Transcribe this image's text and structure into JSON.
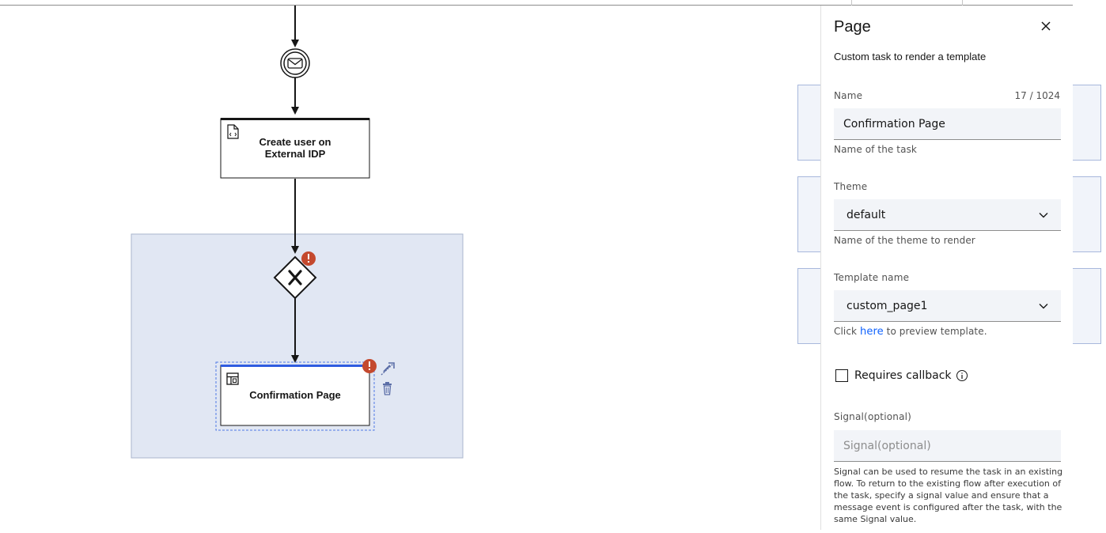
{
  "canvas": {
    "nodes": {
      "create_user": {
        "label_line1": "Create user on",
        "label_line2": "External IDP"
      },
      "confirmation": {
        "label": "Confirmation Page"
      }
    },
    "icons": {
      "message_event": "envelope-icon",
      "script_task": "script-file-icon",
      "page_task": "template-layout-icon",
      "gateway": "exclusive-gateway-icon",
      "error": "error-badge-icon",
      "connect": "connect-arrow-icon",
      "delete": "trash-icon"
    },
    "colors": {
      "selection_group": "#e1e7f3",
      "selection_border": "#aab6cd",
      "error": "#c4492e",
      "accent": "#2f5ce0",
      "tool_icon": "#5b6ea7"
    }
  },
  "panel": {
    "title": "Page",
    "description": "Custom task to render a template",
    "close_icon": "close-icon",
    "name_field": {
      "label": "Name",
      "counter": "17 / 1024",
      "value": "Confirmation Page",
      "helper": "Name of the task"
    },
    "theme_field": {
      "label": "Theme",
      "value": "default",
      "helper": "Name of the theme to render"
    },
    "template_field": {
      "label": "Template name",
      "value": "custom_page1",
      "helper_prefix": "Click",
      "helper_link": "here",
      "helper_suffix": "to preview template."
    },
    "callback": {
      "label": "Requires callback",
      "checked": false,
      "info_icon": "info-icon"
    },
    "signal_field": {
      "label": "Signal(optional)",
      "placeholder": "Signal(optional)",
      "value": "",
      "helper": "Signal can be used to resume the task in an existing flow. To return to the existing flow after execution of the task, specify a signal value and ensure that a message event is configured after the task, with the same Signal value."
    }
  }
}
